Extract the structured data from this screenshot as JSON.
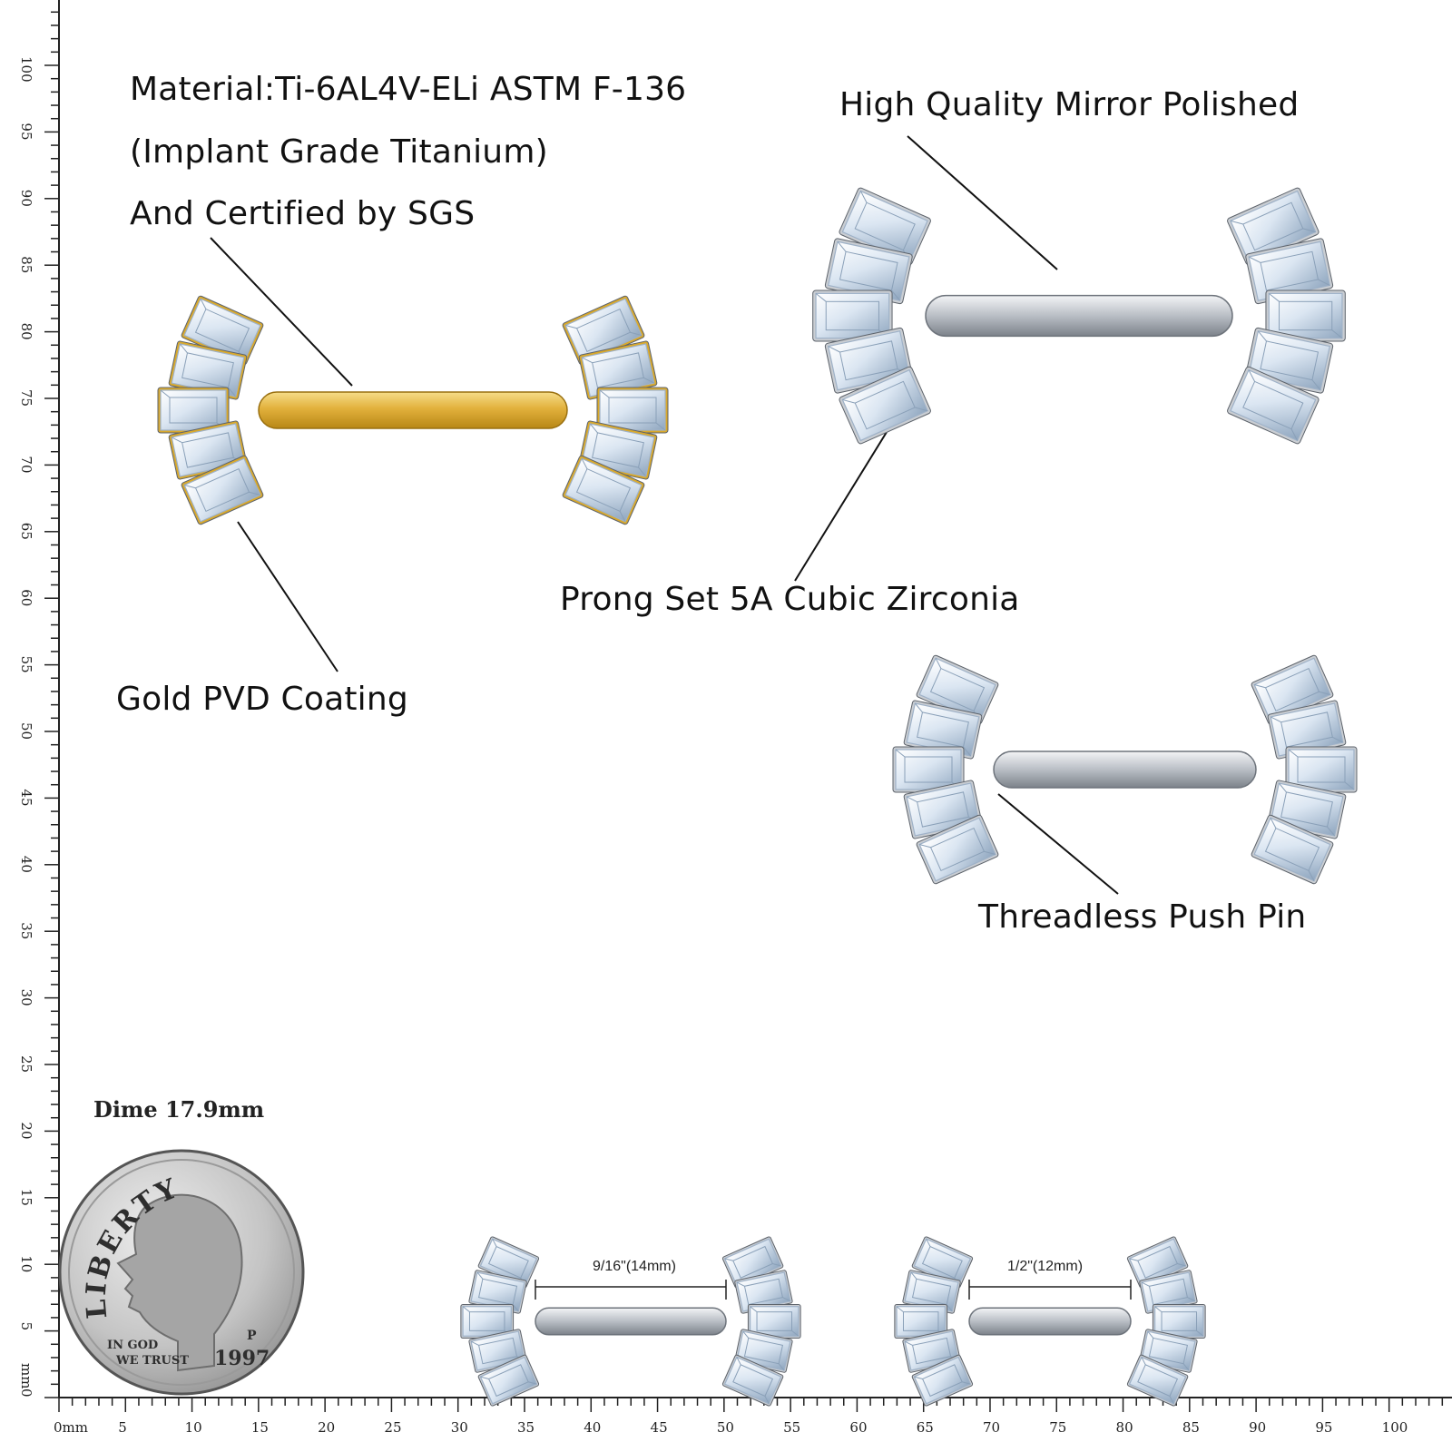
{
  "labels": {
    "material_line1": "Material:Ti-6AL4V-ELi ASTM F-136",
    "material_line2": "(Implant Grade Titanium)",
    "material_line3": "And Certified by SGS",
    "mirror_polished": "High Quality Mirror Polished",
    "prong_set": "Prong Set 5A Cubic Zirconia",
    "gold_pvd": "Gold PVD Coating",
    "threadless": "Threadless Push Pin",
    "dime": "Dime 17.9mm",
    "size_a": "9/16\"(14mm)",
    "size_b": "1/2\"(12mm)"
  },
  "coin": {
    "top_text": "LIBERTY",
    "motto_line1": "IN GOD",
    "motto_line2": "WE TRUST",
    "year": "1997",
    "mint_mark": "P"
  },
  "ruler": {
    "unit_label": "mm",
    "x_labels": [
      "0mm",
      "5",
      "10",
      "15",
      "20",
      "25",
      "30",
      "35",
      "40",
      "45",
      "50",
      "55",
      "60",
      "65",
      "70",
      "75",
      "80",
      "85",
      "90",
      "95",
      "100"
    ],
    "y_labels": [
      "0",
      "5",
      "10",
      "15",
      "20",
      "25",
      "30",
      "35",
      "40",
      "45",
      "50",
      "55",
      "60",
      "65",
      "70",
      "75",
      "80",
      "85",
      "90",
      "95",
      "100"
    ]
  },
  "colors": {
    "gold": "#d9a92c",
    "steel": "#c9cdd2",
    "gem": "#e4edf6",
    "gem_shade": "#9fb2c8",
    "coin": "#bfbfbf",
    "ink": "#111111"
  },
  "products": [
    {
      "name": "gold-barbell",
      "finish": "gold"
    },
    {
      "name": "silver-barbell",
      "finish": "steel"
    },
    {
      "name": "silver-barbell-small",
      "finish": "steel"
    },
    {
      "name": "barbell-14mm",
      "finish": "steel"
    },
    {
      "name": "barbell-12mm",
      "finish": "steel"
    }
  ]
}
